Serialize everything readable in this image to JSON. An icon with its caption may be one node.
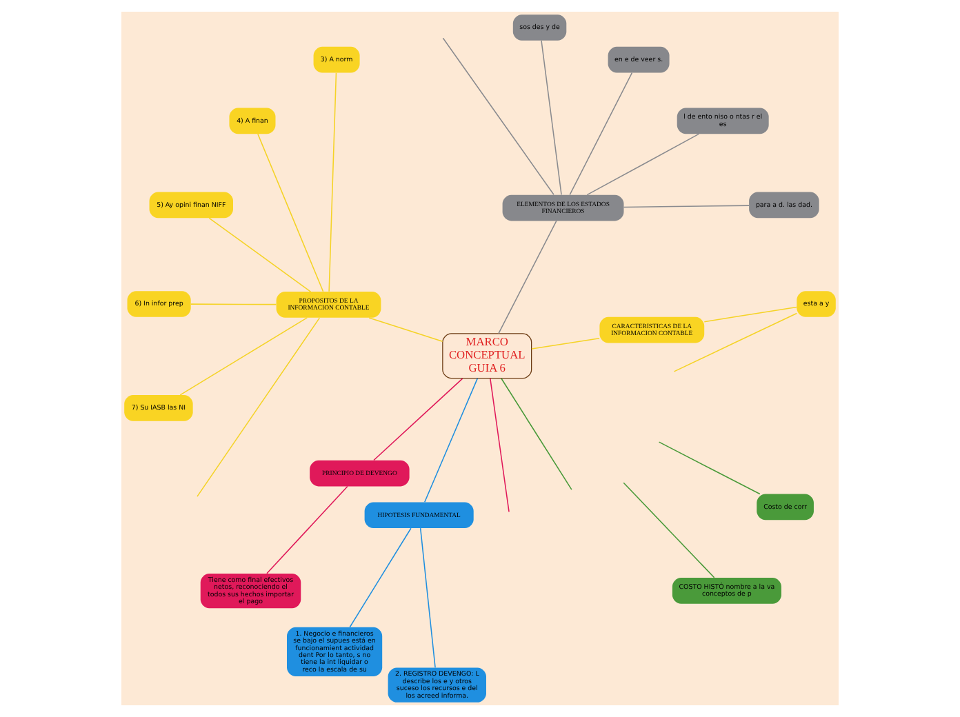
{
  "diagram": {
    "nodes": [
      {
        "text": [
          "MARCO CONCEPTUAL GUIA 6"
        ]
      },
      {
        "text": [
          "CARACTERISTICAS DE LA INFORMACION CONTABLE"
        ]
      },
      {
        "text": [
          "esta a y"
        ]
      },
      {
        "text": [
          "ELEMENTOS DE LOS ESTADOS FINANCIEROS"
        ]
      },
      {
        "text": [
          "para a d. las dad."
        ]
      },
      {
        "text": [
          "l de ento niso o ntas r el es"
        ]
      },
      {
        "text": [
          "en e de veer s."
        ]
      },
      {
        "text": [
          "sos des y de"
        ]
      },
      {
        "text": [
          "PROPOSITOS DE LA INFORMACION CONTABLE"
        ]
      },
      {
        "text": [
          "3) A norm"
        ]
      },
      {
        "text": [
          "4) A finan"
        ]
      },
      {
        "text": [
          "5) Ay opini finan NIFF"
        ]
      },
      {
        "text": [
          "6) In infor prep"
        ]
      },
      {
        "text": [
          "7) Su IASB las NI"
        ]
      },
      {
        "text": [
          "PRINCIPIO DE DEVENGO"
        ]
      },
      {
        "text": [
          "Tiene como final efectivos netos, reconociendo el todos sus hechos importar el pago"
        ]
      },
      {
        "text": [
          "HIPOTESIS FUNDAMENTAL"
        ]
      },
      {
        "text": [
          "1. Negocio e financieros se bajo el supues está en funcionamient actividad dent Por lo tanto, s no tiene la int liquidar o reco la escala de su"
        ]
      },
      {
        "text": [
          "2. REGISTRO DEVENGO: L describe los e y otros suceso los recursos e del los acreed informa."
        ]
      },
      {
        "text": [
          "COSTO HISTÓ nombre a la va conceptos de p"
        ]
      },
      {
        "text": [
          "Costo de corr"
        ]
      }
    ],
    "edges": [
      {
        "from": 0,
        "to": null,
        "arrow": "none",
        "color": "#e0195a"
      },
      {
        "from": 0,
        "to": 1,
        "arrow": "none",
        "color": "#f5d327"
      },
      {
        "from": 1,
        "to": 2,
        "arrow": "none",
        "color": "#f5d327"
      },
      {
        "from": 0,
        "to": 3,
        "arrow": "none",
        "color": "#8a8b8f"
      },
      {
        "from": 3,
        "to": 4,
        "arrow": "none",
        "color": "#8a8b8f"
      },
      {
        "from": 3,
        "to": 5,
        "arrow": "none",
        "color": "#8a8b8f"
      },
      {
        "from": 3,
        "to": 6,
        "arrow": "none",
        "color": "#8a8b8f"
      },
      {
        "from": 3,
        "to": 7,
        "arrow": "none",
        "color": "#8a8b8f"
      },
      {
        "from": 3,
        "to": null,
        "arrow": "none",
        "color": "#8a8b8f"
      },
      {
        "from": 0,
        "to": 8,
        "arrow": "none",
        "color": "#f5d327"
      },
      {
        "from": 8,
        "to": null,
        "arrow": "none",
        "color": "#f5d327"
      },
      {
        "from": 8,
        "to": 9,
        "arrow": "none",
        "color": "#f5d327"
      },
      {
        "from": 8,
        "to": 10,
        "arrow": "none",
        "color": "#f5d327"
      },
      {
        "from": 8,
        "to": 11,
        "arrow": "none",
        "color": "#f5d327"
      },
      {
        "from": 8,
        "to": 12,
        "arrow": "none",
        "color": "#f5d327"
      },
      {
        "from": 8,
        "to": 13,
        "arrow": "none",
        "color": "#f5d327"
      },
      {
        "from": 0,
        "to": 14,
        "arrow": "none",
        "color": "#e0195a"
      },
      {
        "from": 14,
        "to": 15,
        "arrow": "none",
        "color": "#e0195a"
      },
      {
        "from": 0,
        "to": 16,
        "arrow": "none",
        "color": "#1f8fe0"
      },
      {
        "from": 16,
        "to": 17,
        "arrow": "none",
        "color": "#1f8fe0"
      },
      {
        "from": 16,
        "to": 18,
        "arrow": "none",
        "color": "#1f8fe0"
      },
      {
        "from": 0,
        "to": null,
        "arrow": "none",
        "color": "#4a9a3a"
      },
      {
        "from": null,
        "to": 19,
        "arrow": "none",
        "color": "#4a9a3a"
      },
      {
        "from": null,
        "to": 20,
        "arrow": "none",
        "color": "#4a9a3a"
      },
      {
        "from": null,
        "to": 2,
        "arrow": "none",
        "color": "#f5d327"
      }
    ]
  }
}
